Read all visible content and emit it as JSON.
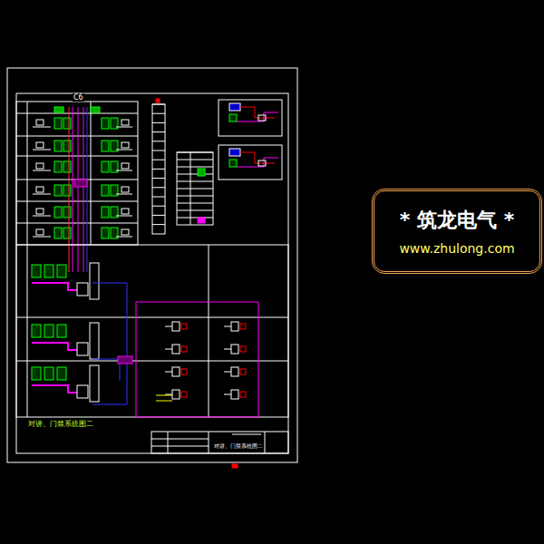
{
  "diagram": {
    "nodes": [
      {
        "text": [
          "* 筑龙电气 *",
          "www.zhulong.com"
        ]
      },
      {
        "text": [
          "对讲、门禁系统图二"
        ]
      }
    ],
    "labels": [
      "C6",
      "对讲、门禁系统图二"
    ]
  }
}
